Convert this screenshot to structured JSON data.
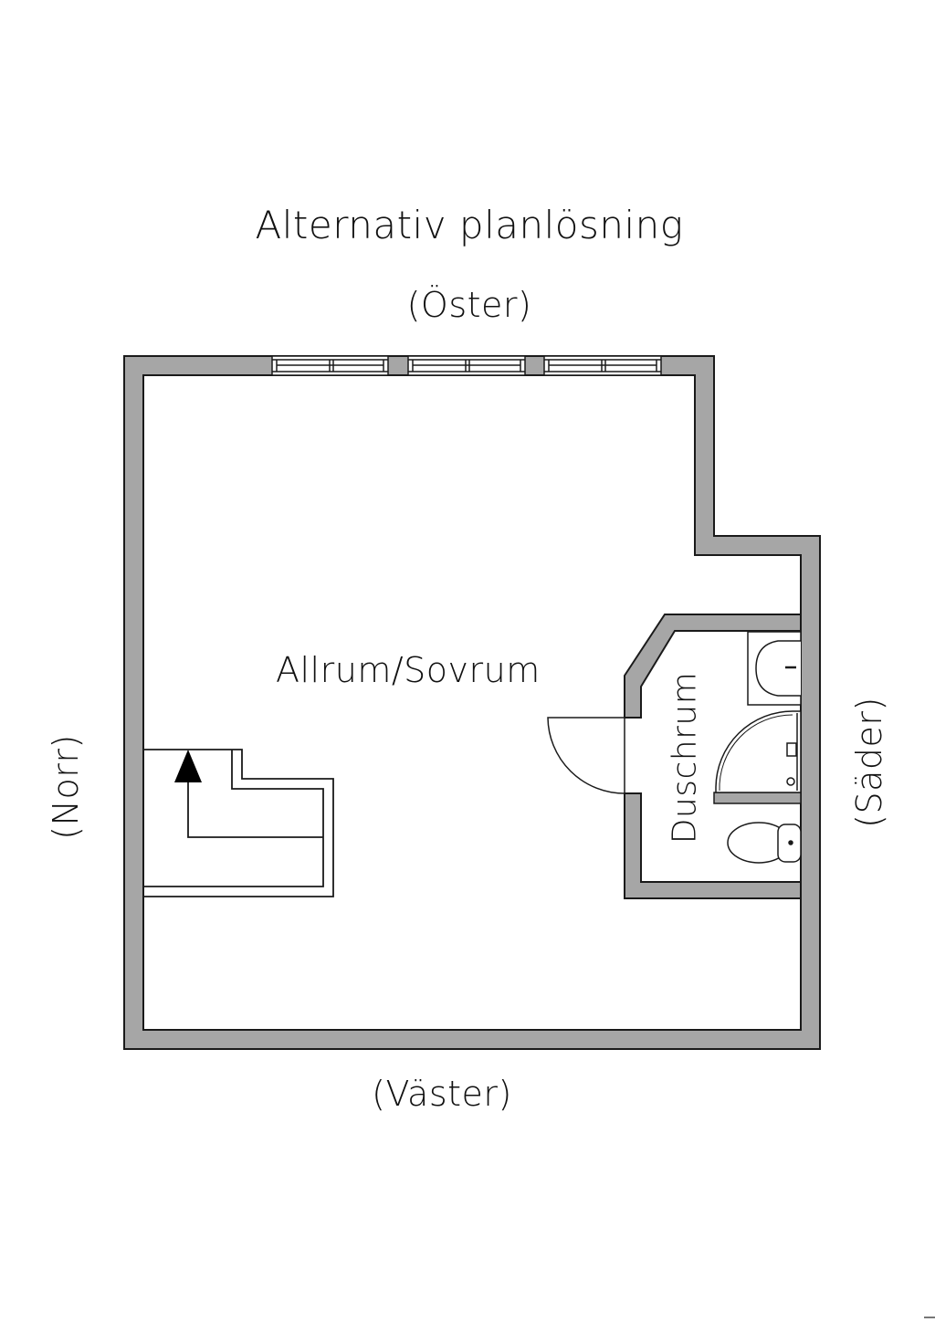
{
  "title": "Alternativ planlösning",
  "compass": {
    "top": "(Öster)",
    "bottom": "(Väster)",
    "left": "(Norr)",
    "right": "(Säder)"
  },
  "rooms": [
    {
      "name": "Allrum/Sovrum"
    },
    {
      "name": "Duschrum"
    }
  ],
  "fixtures": [
    "stairs-up-arrow",
    "door-swing",
    "washbasin",
    "quarter-round-shower",
    "toilet",
    "windows-x3"
  ],
  "colors": {
    "wall_fill": "#a6a6a6",
    "wall_outline": "#1a1a1a",
    "background": "#ffffff"
  }
}
